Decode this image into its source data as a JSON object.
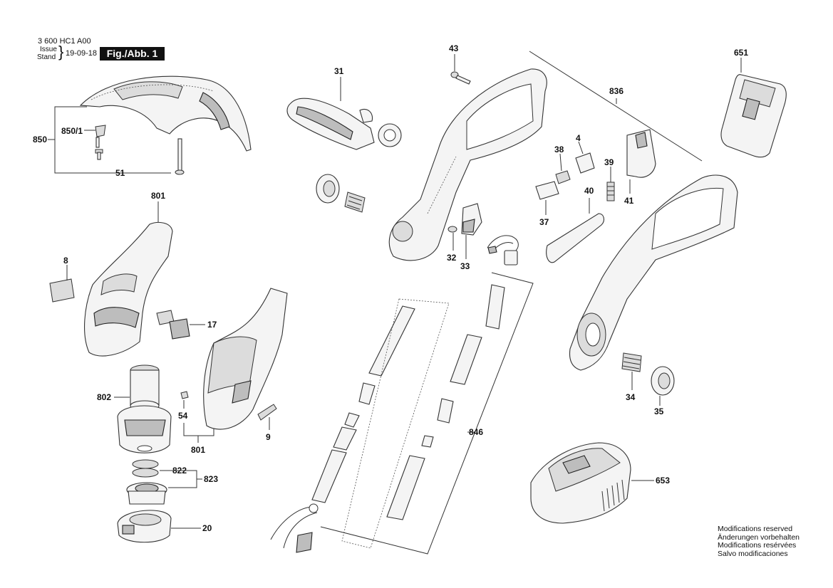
{
  "header": {
    "part_number": "3 600 HC1 A00",
    "issue_label": "Issue",
    "stand_label": "Stand",
    "date": "19-09-18",
    "figure": "Fig./Abb. 1"
  },
  "part_labels": {
    "p31": "31",
    "p43": "43",
    "p651": "651",
    "p850": "850",
    "p850_1": "850/1",
    "p51": "51",
    "p836": "836",
    "p4": "4",
    "p38": "38",
    "p39": "39",
    "p41": "41",
    "p40": "40",
    "p37": "37",
    "p801_top": "801",
    "p8": "8",
    "p17": "17",
    "p32": "32",
    "p33": "33",
    "p802": "802",
    "p54": "54",
    "p801_bottom": "801",
    "p9": "9",
    "p34": "34",
    "p35": "35",
    "p846": "846",
    "p822": "822",
    "p823": "823",
    "p653": "653",
    "p20": "20"
  },
  "footer": {
    "notes": [
      "Modifications reserved",
      "Änderungen vorbehalten",
      "Modifications resérvées",
      "Salvo modificaciones"
    ]
  }
}
